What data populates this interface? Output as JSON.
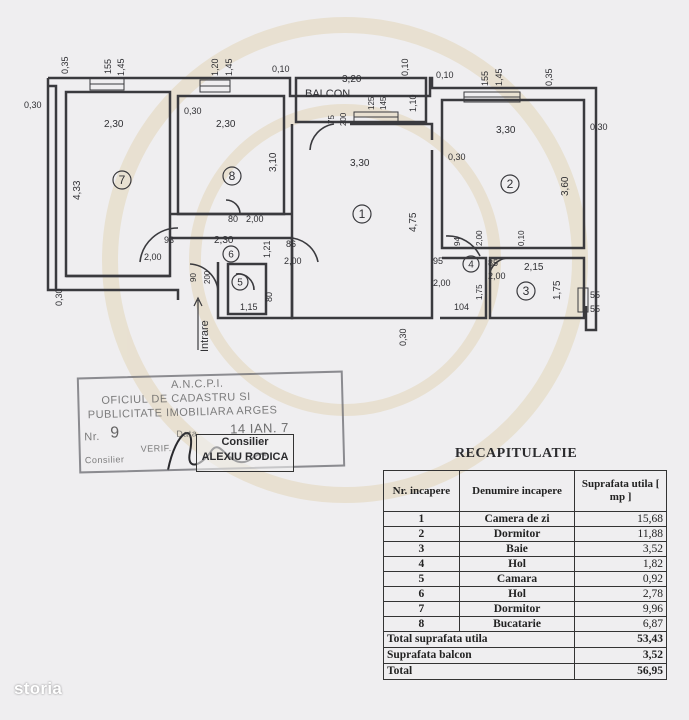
{
  "plan": {
    "rooms": [
      {
        "no": "7",
        "width": "2,30",
        "height": "4,33"
      },
      {
        "no": "8",
        "width": "2,30",
        "height": "3,10"
      },
      {
        "no": "1",
        "width": "3,30",
        "height": "4,75"
      },
      {
        "no": "2",
        "width": "3,30",
        "height": "3,60"
      },
      {
        "no": "3",
        "width": "2,15",
        "height": "1,75"
      },
      {
        "no": "4",
        "width": "95",
        "height": "2,00"
      },
      {
        "no": "5",
        "width": "1,15",
        "height": "80"
      },
      {
        "no": "6",
        "width": "2,30",
        "height": "1,21"
      }
    ],
    "balcony_label": "BALCON",
    "balcony_width": "3,20",
    "balcony_depth": "1,10",
    "entrance_label": "Intrare",
    "dims": {
      "top_035a": "0,35",
      "top_155a": "155",
      "top_145a": "1,45",
      "top_120": "1,20",
      "top_145b": "1,45",
      "top_010a": "0,10",
      "top_010b": "0,10",
      "top_010c": "0,10",
      "top_155b": "155",
      "top_145c": "1,45",
      "top_035b": "0,35",
      "left_030": "0,30",
      "r8_030": "0,30",
      "bal_075": "75",
      "bal_200": "200",
      "bal_125": "125",
      "bal_145": "145",
      "r2_030": "0,30",
      "right_030": "0,30",
      "door_93": "93",
      "door_200a": "2,00",
      "door_80": "80",
      "door_200b": "2,00",
      "door_86": "86",
      "door_200c": "2,00",
      "door_90": "90",
      "door_200d": "200",
      "door_94": "94",
      "door_200e": "2,00",
      "door_010": "0,10",
      "door_85": "85",
      "door_200f": "2,00",
      "r4_175": "1,75",
      "r4_104": "104",
      "bottom_030a": "0,30",
      "bottom_030b": "0,30",
      "win_055a": "55",
      "win_055b": "55"
    }
  },
  "stamp": {
    "line1": "A.N.C.P.I.",
    "line2": "OFICIUL DE CADASTRU SI",
    "line3": "PUBLICITATE IMOBILIARA ARGES",
    "nr_label": "Nr.",
    "nr_value": "9",
    "data_label": "Data",
    "date_value": "14 IAN. 7",
    "verif_label": "VERIF.",
    "consilier_label": "Consilier",
    "consilier_name": "ALEXIU RODICA",
    "signature": "Rodica"
  },
  "recap": {
    "title": "RECAPITULATIE",
    "headers": [
      "Nr. incapere",
      "Denumire incapere",
      "Suprafata utila [ mp ]"
    ],
    "rows": [
      {
        "nr": "1",
        "name": "Camera de zi",
        "area": "15,68"
      },
      {
        "nr": "2",
        "name": "Dormitor",
        "area": "11,88"
      },
      {
        "nr": "3",
        "name": "Baie",
        "area": "3,52"
      },
      {
        "nr": "4",
        "name": "Hol",
        "area": "1,82"
      },
      {
        "nr": "5",
        "name": "Camara",
        "area": "0,92"
      },
      {
        "nr": "6",
        "name": "Hol",
        "area": "2,78"
      },
      {
        "nr": "7",
        "name": "Dormitor",
        "area": "9,96"
      },
      {
        "nr": "8",
        "name": "Bucatarie",
        "area": "6,87"
      }
    ],
    "total_util_label": "Total suprafata utila",
    "total_util_value": "53,43",
    "balcon_label": "Suprafata balcon",
    "balcon_value": "3,52",
    "total_label": "Total",
    "total_value": "56,95"
  },
  "watermark": "storia"
}
